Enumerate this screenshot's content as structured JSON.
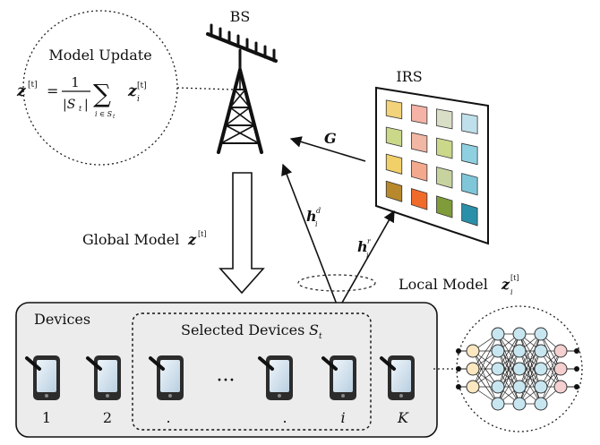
{
  "bs": {
    "label": "BS"
  },
  "irs": {
    "label": "IRS"
  },
  "model_update": {
    "title": "Model Update",
    "lhs": "z",
    "sup": "[t]",
    "eq": "=",
    "frac_num": "1",
    "frac_den": "|S",
    "frac_den_sub": "t",
    "frac_den_end": "|",
    "sum": "∑",
    "sum_sub": "i ∈ S",
    "sum_sub_t": "t",
    "z_i": "z",
    "z_i_sub": "i",
    "z_i_sup": "[t]"
  },
  "channels": {
    "G": "G",
    "hd": "h",
    "hd_sub": "i",
    "hd_sup": "d",
    "hr": "h",
    "hr_sub": "i",
    "hr_sup": "r"
  },
  "global_model": {
    "label": "Global Model",
    "var": "z",
    "sup": "[t]"
  },
  "local_model": {
    "label": "Local Model",
    "var": "z",
    "sub": "i",
    "sup": "[t]"
  },
  "devices": {
    "title": "Devices",
    "selected_label": "Selected Devices",
    "selected_var": "S",
    "selected_sub": "t",
    "ellipsis": "···",
    "labels": [
      "1",
      "2",
      ".",
      ".",
      "i",
      "K"
    ]
  },
  "colors": {
    "irs_cells": [
      [
        "#f2d27a",
        "#f4b3a6",
        "#d9dfc6",
        "#bfe0ea"
      ],
      [
        "#c9d889",
        "#f1b6a4",
        "#c9d889",
        "#8fd0e0"
      ],
      [
        "#f1d06a",
        "#f2a98e",
        "#c6d39e",
        "#7fc6d8"
      ],
      [
        "#b8892c",
        "#f06a2a",
        "#7f9b3a",
        "#2a8fa8"
      ]
    ],
    "panel": "#ececec",
    "nn_blue": "#c8e6f0",
    "nn_yellow": "#fbe7c0",
    "nn_pink": "#f5d0d0"
  }
}
